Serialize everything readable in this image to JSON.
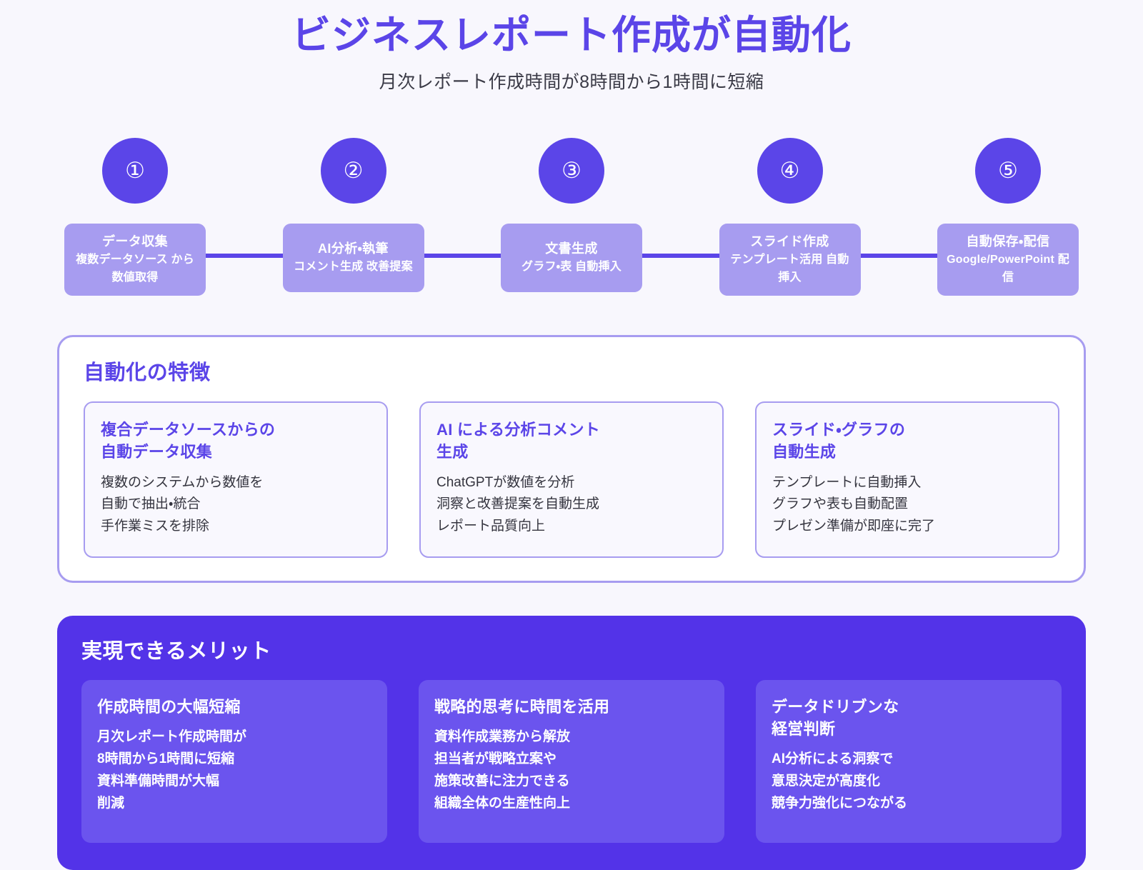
{
  "header": {
    "title": "ビジネスレポート作成が自動化",
    "subtitle": "月次レポート作成時間が8時間から1時間に短縮",
    "title_color": "#5b45e8"
  },
  "colors": {
    "background": "#f8f7fd",
    "primary": "#5b45e8",
    "step_box": "#a79cf0",
    "panel_border": "#a79cf0",
    "feature_card_fill": "#f9f8fe",
    "benefits_panel": "#5333e8",
    "benefit_card": "#6b54ee",
    "connector_line": "#5b45e8"
  },
  "flow": {
    "steps": [
      {
        "number": "①",
        "title": "データ収集",
        "sub": "複数データソース\nから数値取得"
      },
      {
        "number": "②",
        "title": "AI分析・執筆",
        "sub": "コメント生成\n改善提案"
      },
      {
        "number": "③",
        "title": "文書生成",
        "sub": "グラフ・表\n自動挿入"
      },
      {
        "number": "④",
        "title": "スライド作成",
        "sub": "テンプレート活用\n自動挿入"
      },
      {
        "number": "⑤",
        "title": "自動保存・配信",
        "sub": "Google/PowerPoint\n配信"
      }
    ]
  },
  "features": {
    "heading": "自動化の特徴",
    "cards": [
      {
        "title": "複合データソースからの\n自動データ収集",
        "body": "複数のシステムから数値を\n自動で抽出・統合\n手作業ミスを排除"
      },
      {
        "title": "AI による分析コメント\n生成",
        "body": "ChatGPTが数値を分析\n洞察と改善提案を自動生成\nレポート品質向上"
      },
      {
        "title": "スライド・グラフの\n自動生成",
        "body": "テンプレートに自動挿入\nグラフや表も自動配置\nプレゼン準備が即座に完了"
      }
    ]
  },
  "benefits": {
    "heading": "実現できるメリット",
    "cards": [
      {
        "title": "作成時間の大幅短縮",
        "body": "月次レポート作成時間が\n8時間から1時間に短縮\n資料準備時間が大幅\n削減"
      },
      {
        "title": "戦略的思考に時間を活用",
        "body": "資料作成業務から解放\n担当者が戦略立案や\n施策改善に注力できる\n組織全体の生産性向上"
      },
      {
        "title": "データドリブンな\n経営判断",
        "body": "AI分析による洞察で\n意思決定が高度化\n競争力強化につながる"
      }
    ]
  }
}
